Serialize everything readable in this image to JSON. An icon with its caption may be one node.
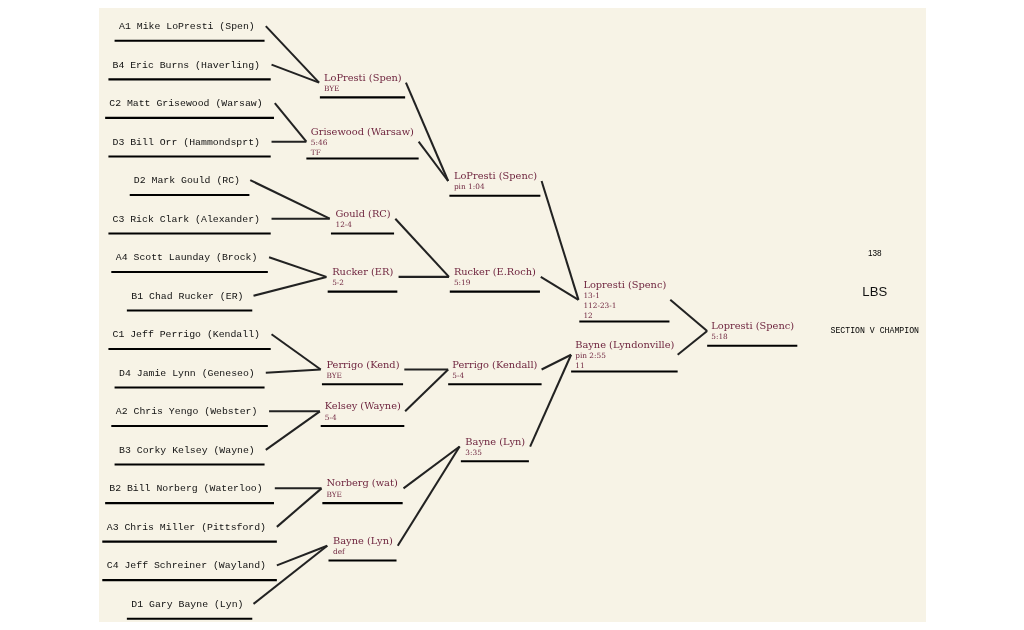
{
  "diagram": {
    "nodes": [
      {
        "text": [
          "A1 Mike LoPresti (Spen)"
        ]
      },
      {
        "text": [
          "B4 Eric Burns (Haverling)"
        ]
      },
      {
        "text": [
          "C2 Matt Grisewood (Warsaw)"
        ]
      },
      {
        "text": [
          "D3 Bill Orr (Hammondsprt)"
        ]
      },
      {
        "text": [
          "D2 Mark Gould (RC)"
        ]
      },
      {
        "text": [
          "C3 Rick Clark (Alexander)"
        ]
      },
      {
        "text": [
          "A4 Scott Launday (Brock)"
        ]
      },
      {
        "text": [
          "B1 Chad Rucker (ER)"
        ]
      },
      {
        "text": [
          "C1 Jeff Perrigo (Kendall)"
        ]
      },
      {
        "text": [
          "D4 Jamie Lynn (Geneseo)"
        ]
      },
      {
        "text": [
          "A2 Chris Yengo (Webster)"
        ]
      },
      {
        "text": [
          "B3 Corky Kelsey (Wayne)"
        ]
      },
      {
        "text": [
          "B2 Bill Norberg (Waterloo)"
        ]
      },
      {
        "text": [
          "A3 Chris Miller (Pittsford)"
        ]
      },
      {
        "text": [
          "C4 Jeff Schreiner (Wayland)"
        ]
      },
      {
        "text": [
          "D1 Gary Bayne (Lyn)"
        ]
      },
      {
        "text": [
          "LoPresti (Spen)",
          "BYE"
        ]
      },
      {
        "text": [
          "Grisewood (Warsaw)",
          "5:46",
          "TF"
        ]
      },
      {
        "text": [
          "Gould (RC)",
          "12-4"
        ]
      },
      {
        "text": [
          "Rucker (ER)",
          "5-2"
        ]
      },
      {
        "text": [
          "Perrigo (Kend)",
          "BYE"
        ]
      },
      {
        "text": [
          "Kelsey (Wayne)",
          "5-4"
        ]
      },
      {
        "text": [
          "Norberg (wat)",
          "BYE"
        ]
      },
      {
        "text": [
          "Bayne (Lyn)",
          "def"
        ]
      },
      {
        "text": [
          "LoPresti (Spenc)",
          "pin 1:04"
        ]
      },
      {
        "text": [
          "Rucker (E.Roch)",
          "5:19"
        ]
      },
      {
        "text": [
          "Perrigo (Kendall)",
          "5-4"
        ]
      },
      {
        "text": [
          "Bayne (Lyn)",
          "3:35"
        ]
      },
      {
        "text": [
          "Lopresti (Spenc)",
          "13-1",
          "112-23-1",
          "12"
        ]
      },
      {
        "text": [
          "Bayne (Lyndonville)",
          "pin 2:55",
          "11"
        ]
      },
      {
        "text": [
          "Lopresti (Spenc)",
          "5:18"
        ]
      }
    ],
    "edges": [
      {
        "from": 0,
        "to": 16,
        "arrow": "none"
      },
      {
        "from": 1,
        "to": 16,
        "arrow": "none"
      },
      {
        "from": 2,
        "to": 17,
        "arrow": "none"
      },
      {
        "from": 3,
        "to": 17,
        "arrow": "none"
      },
      {
        "from": 4,
        "to": 18,
        "arrow": "none"
      },
      {
        "from": 5,
        "to": 18,
        "arrow": "none"
      },
      {
        "from": 6,
        "to": 19,
        "arrow": "none"
      },
      {
        "from": 7,
        "to": 19,
        "arrow": "none"
      },
      {
        "from": 8,
        "to": 20,
        "arrow": "none"
      },
      {
        "from": 9,
        "to": 20,
        "arrow": "none"
      },
      {
        "from": 10,
        "to": 21,
        "arrow": "none"
      },
      {
        "from": 11,
        "to": 21,
        "arrow": "none"
      },
      {
        "from": 12,
        "to": 22,
        "arrow": "none"
      },
      {
        "from": 13,
        "to": 22,
        "arrow": "none"
      },
      {
        "from": 14,
        "to": 23,
        "arrow": "none"
      },
      {
        "from": 15,
        "to": 23,
        "arrow": "none"
      },
      {
        "from": 16,
        "to": 24,
        "arrow": "none"
      },
      {
        "from": 17,
        "to": 24,
        "arrow": "none"
      },
      {
        "from": 18,
        "to": 25,
        "arrow": "none"
      },
      {
        "from": 19,
        "to": 25,
        "arrow": "none"
      },
      {
        "from": 20,
        "to": 26,
        "arrow": "none"
      },
      {
        "from": 21,
        "to": 26,
        "arrow": "none"
      },
      {
        "from": 22,
        "to": 27,
        "arrow": "none"
      },
      {
        "from": 23,
        "to": 27,
        "arrow": "none"
      },
      {
        "from": 24,
        "to": 28,
        "arrow": "none"
      },
      {
        "from": 25,
        "to": 28,
        "arrow": "none"
      },
      {
        "from": 26,
        "to": 29,
        "arrow": "none"
      },
      {
        "from": 27,
        "to": 29,
        "arrow": "none"
      },
      {
        "from": 28,
        "to": 30,
        "arrow": "none"
      },
      {
        "from": 29,
        "to": 30,
        "arrow": "none"
      }
    ],
    "labels": [
      "138",
      "LBS",
      "SECTION V CHAMPION"
    ]
  }
}
